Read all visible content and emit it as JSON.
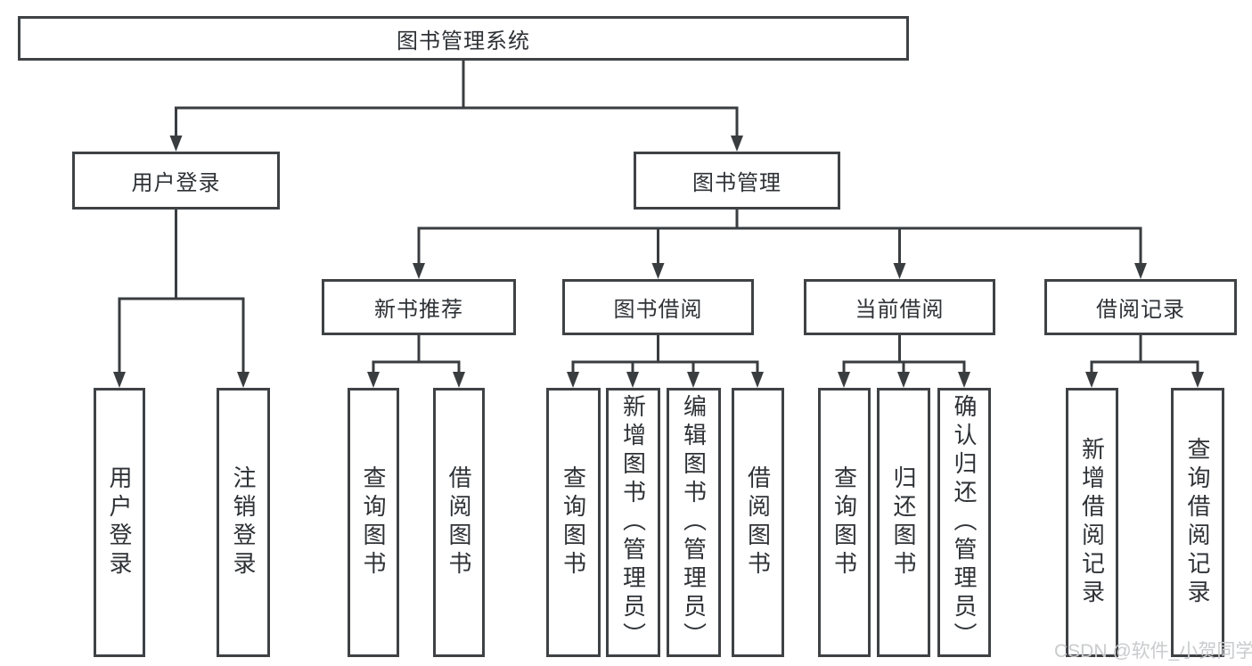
{
  "diagram": {
    "root": {
      "label": "图书管理系统"
    },
    "level2": [
      {
        "label": "用户登录"
      },
      {
        "label": "图书管理"
      }
    ],
    "level3": [
      {
        "label": "新书推荐"
      },
      {
        "label": "图书借阅"
      },
      {
        "label": "当前借阅"
      },
      {
        "label": "借阅记录"
      }
    ],
    "leaves": {
      "user_login": [
        {
          "label": "用户登录"
        },
        {
          "label": "注销登录"
        }
      ],
      "new_books": [
        {
          "label": "查询图书"
        },
        {
          "label": "借阅图书"
        }
      ],
      "book_borrow": [
        {
          "label": "查询图书"
        },
        {
          "label": "新增图书（管理员）"
        },
        {
          "label": "编辑图书（管理员）"
        },
        {
          "label": "借阅图书"
        }
      ],
      "current_borrow": [
        {
          "label": "查询图书"
        },
        {
          "label": "归还图书"
        },
        {
          "label": "确认归还（管理员）"
        }
      ],
      "borrow_records": [
        {
          "label": "新增借阅记录"
        },
        {
          "label": "查询借阅记录"
        }
      ]
    }
  },
  "watermark": {
    "text": "CSDN @软件_小贺同学"
  },
  "colors": {
    "border": "#3f4245",
    "line": "#3a3d40",
    "text": "#2e3236",
    "watermark": "#c9cbcd",
    "background": "#ffffff"
  }
}
